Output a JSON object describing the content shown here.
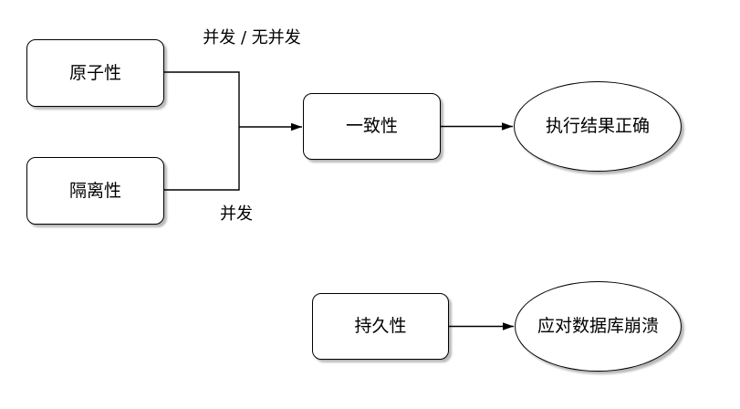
{
  "diagram": {
    "background": "#ffffff",
    "colors": {
      "node_fill": "#ffffff",
      "node_stroke": "#000000",
      "edge_stroke": "#000000",
      "text": "#000000",
      "shadow": "#b8b8b8"
    },
    "nodes": [
      {
        "id": "atomicity",
        "label": "原子性",
        "shape": "rounded-rect"
      },
      {
        "id": "isolation",
        "label": "隔离性",
        "shape": "rounded-rect"
      },
      {
        "id": "consistency",
        "label": "一致性",
        "shape": "rounded-rect"
      },
      {
        "id": "execution-result",
        "label": "执行结果正确",
        "shape": "ellipse"
      },
      {
        "id": "durability",
        "label": "持久性",
        "shape": "rounded-rect"
      },
      {
        "id": "crash-recovery",
        "label": "应对数据库崩溃",
        "shape": "ellipse"
      }
    ],
    "edge_labels": [
      {
        "id": "concurrent-or-not",
        "text": "并发 / 无并发"
      },
      {
        "id": "concurrent",
        "text": "并发"
      }
    ],
    "edges": [
      {
        "from": "atomicity",
        "to": "consistency",
        "label": "并发 / 无并发"
      },
      {
        "from": "isolation",
        "to": "consistency",
        "label": "并发"
      },
      {
        "from": "consistency",
        "to": "execution-result",
        "label": ""
      },
      {
        "from": "durability",
        "to": "crash-recovery",
        "label": ""
      }
    ]
  }
}
